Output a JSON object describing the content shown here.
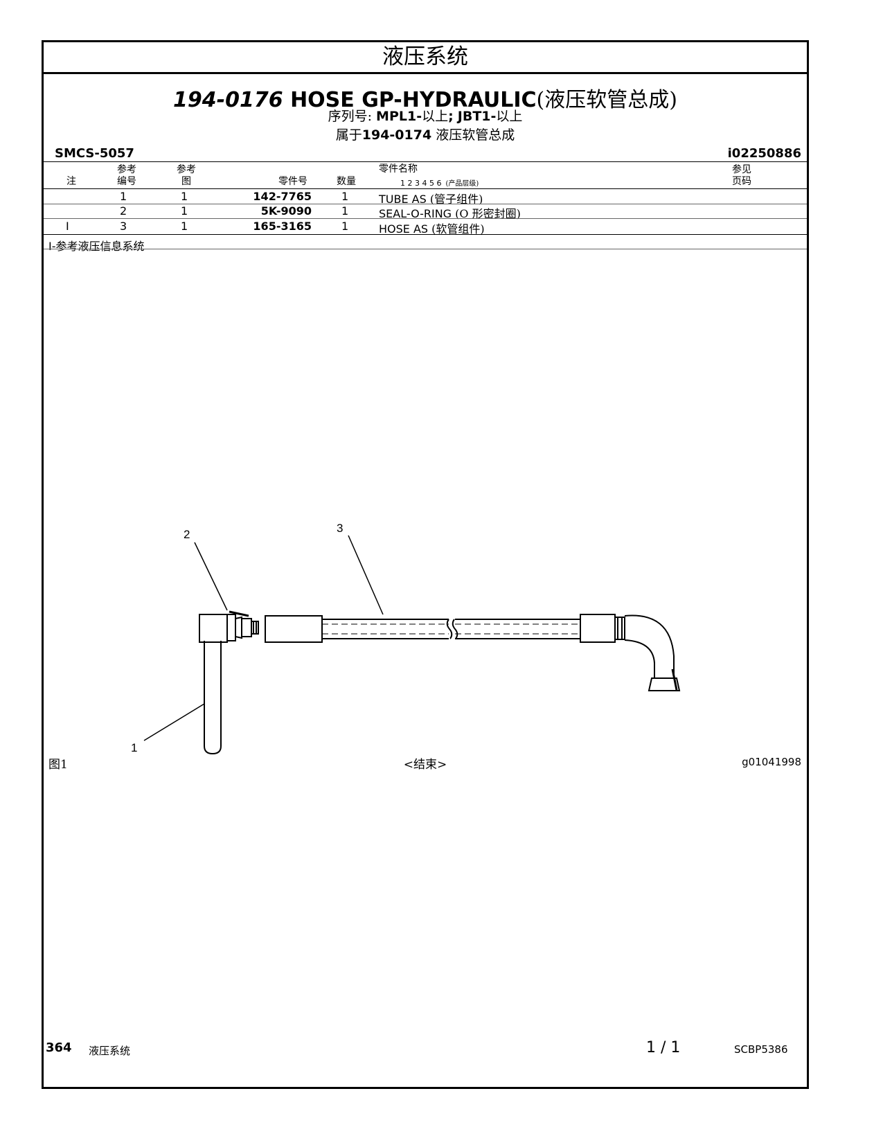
{
  "header": {
    "section_title": "液压系统"
  },
  "title": {
    "part_number": "194-0176",
    "name_en": "HOSE GP-HYDRAULIC",
    "name_cn": "(液压软管总成)"
  },
  "serial": {
    "label": "序列号:",
    "prefix1": "MPL1-",
    "range1": "以上",
    "sep": ";",
    "prefix2": "JBT1-",
    "range2": "以上"
  },
  "within": {
    "label": "属于",
    "part_number": "194-0174",
    "name": "液压软管总成"
  },
  "smcs": "SMCS-5057",
  "doc_id": "i02250886",
  "table": {
    "headers": {
      "note": "注",
      "ref_no_1": "参考",
      "ref_no_2": "编号",
      "ref_fig_1": "参考",
      "ref_fig_2": "图",
      "part_no": "零件号",
      "qty": "数量",
      "part_name": "零件名称",
      "levels": "1 2 3 4 5 6",
      "levels_label": "(产品层级)",
      "see_page_1": "参见",
      "see_page_2": "页码"
    },
    "rows": [
      {
        "note": "",
        "ref_no": "1",
        "ref_fig": "1",
        "part_no": "142-7765",
        "qty": "1",
        "name_en": "TUBE AS",
        "name_cn": "(管子组件)"
      },
      {
        "note": "",
        "ref_no": "2",
        "ref_fig": "1",
        "part_no": "5K-9090",
        "qty": "1",
        "name_en": "SEAL-O-RING",
        "name_cn": "(O 形密封圈)"
      },
      {
        "note": "I",
        "ref_no": "3",
        "ref_fig": "1",
        "part_no": "165-3165",
        "qty": "1",
        "name_en": "HOSE AS",
        "name_cn": "(软管组件)"
      }
    ],
    "footnote_key": "I-",
    "footnote_text": "参考液压信息系统"
  },
  "illustration": {
    "callouts": [
      "1",
      "2",
      "3"
    ],
    "figure_label": "图1",
    "end_marker": "<结束>",
    "graphic_id": "g01041998"
  },
  "footer": {
    "page_number": "364",
    "section": "液压系统",
    "page_of": "1 / 1",
    "doc_code": "SCBP5386"
  }
}
